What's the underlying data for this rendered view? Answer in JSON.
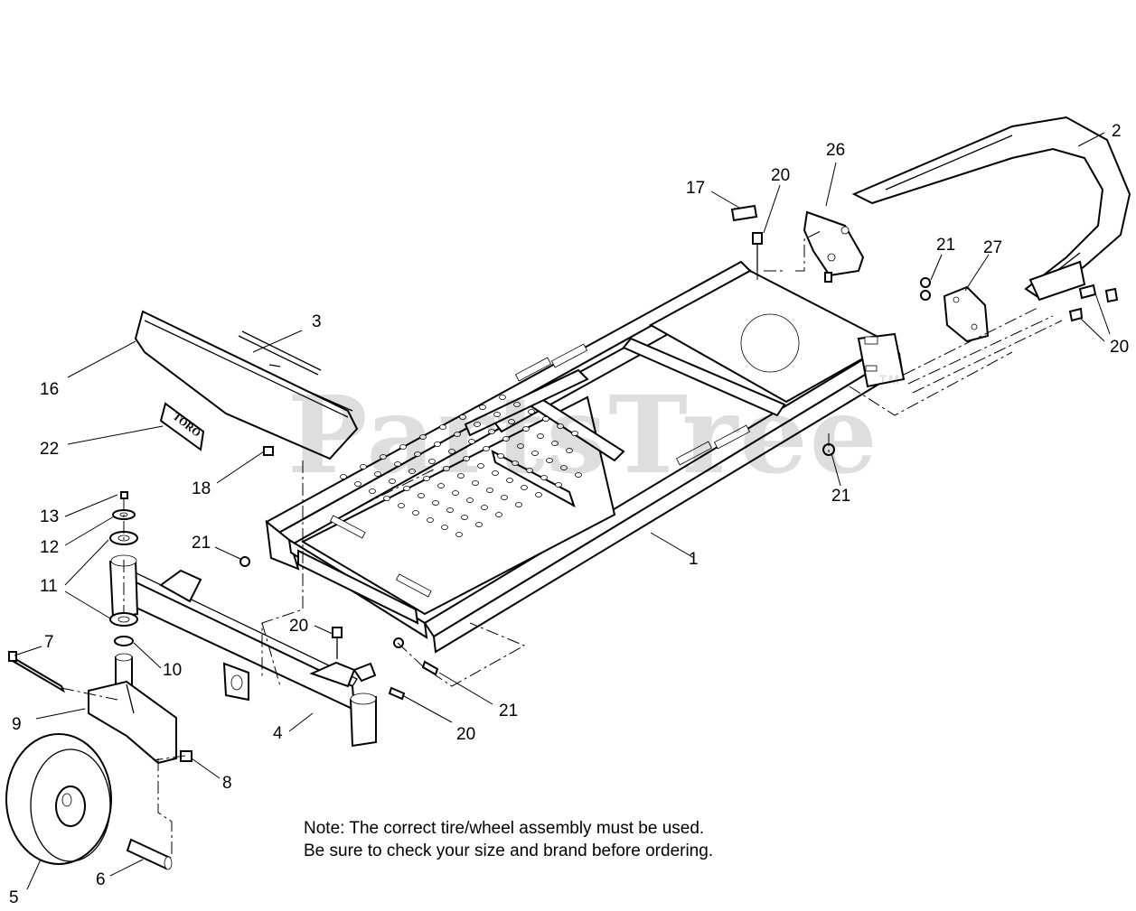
{
  "watermark": "PartsTree",
  "watermark_mark": "TM",
  "decal_text": "TORO",
  "callouts": {
    "c1": "1",
    "c2": "2",
    "c3": "3",
    "c4": "4",
    "c5": "5",
    "c6": "6",
    "c7": "7",
    "c8": "8",
    "c9": "9",
    "c10": "10",
    "c11": "11",
    "c12": "12",
    "c13": "13",
    "c16": "16",
    "c17": "17",
    "c18": "18",
    "c20a": "20",
    "c20b": "20",
    "c20c": "20",
    "c20d": "20",
    "c21a": "21",
    "c21b": "21",
    "c21c": "21",
    "c21d": "21",
    "c22": "22",
    "c26": "26",
    "c27": "27"
  },
  "note": {
    "line1": "Note: The correct tire/wheel assembly must be used.",
    "line2": "Be sure to check your size and brand before ordering."
  }
}
